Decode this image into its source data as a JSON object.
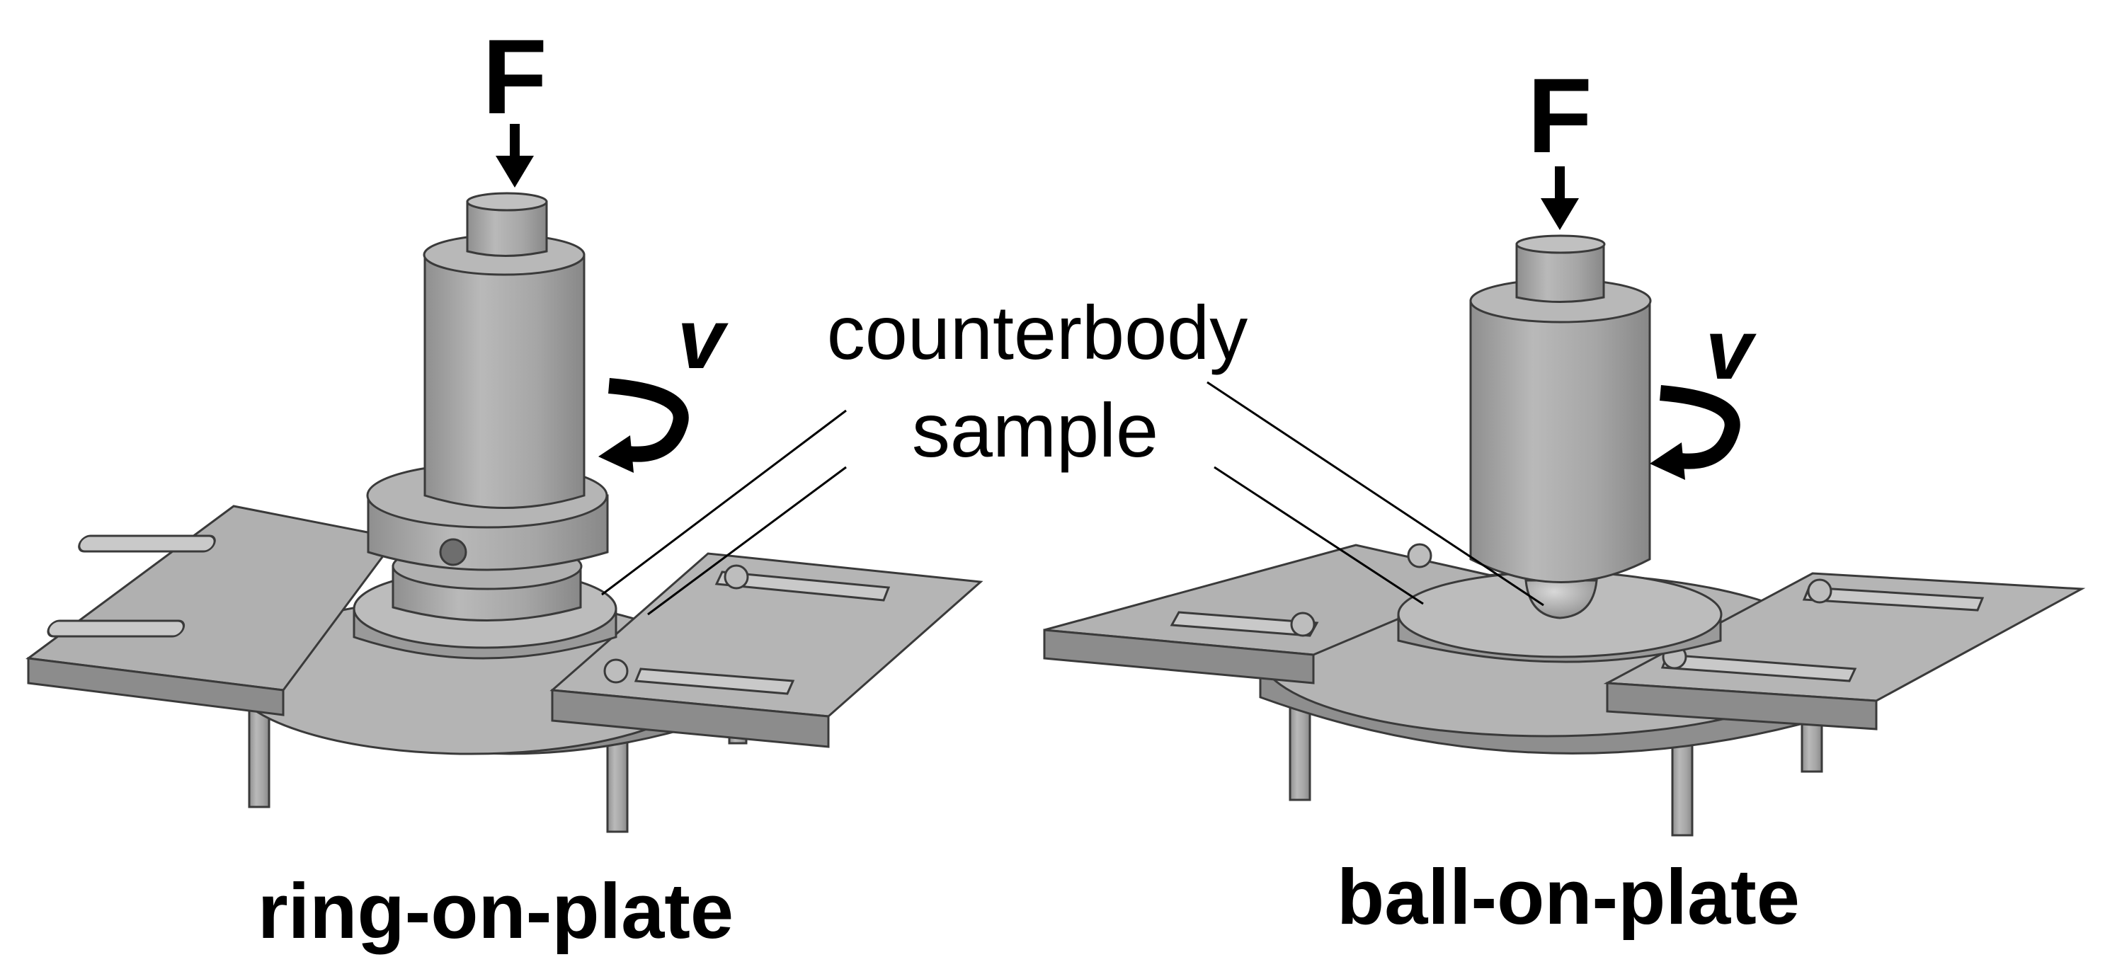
{
  "labels": {
    "force": "F",
    "velocity": "v",
    "counterbody": "counterbody",
    "sample": "sample"
  },
  "captions": {
    "left": "ring-on-plate",
    "right": "ball-on-plate"
  },
  "colors": {
    "metal_light": "#bdbdbd",
    "metal_mid": "#a8a8a8",
    "metal_dark": "#8c8c8c",
    "outline": "#3a3a3a",
    "text": "#000000"
  }
}
